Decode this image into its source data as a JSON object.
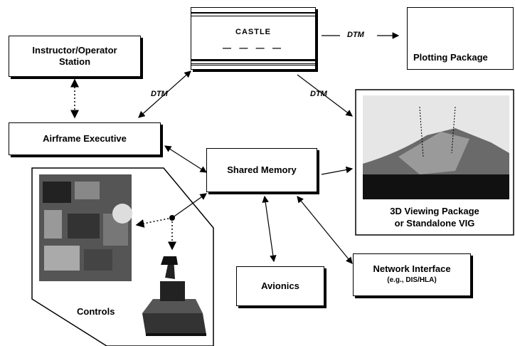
{
  "nodes": {
    "castle": "CASTLE",
    "plotting": "Plotting Package",
    "instructor_line1": "Instructor/Operator",
    "instructor_line2": "Station",
    "airframe": "Airframe Executive",
    "shared_memory": "Shared Memory",
    "viewing_line1": "3D Viewing Package",
    "viewing_line2": "or Standalone VIG",
    "controls": "Controls",
    "avionics": "Avionics",
    "network_line1": "Network Interface",
    "network_line2": "(e.g., DIS/HLA)"
  },
  "edge_labels": {
    "dtm_plot": "DTM",
    "dtm_left": "DTM",
    "dtm_right": "DTM"
  }
}
